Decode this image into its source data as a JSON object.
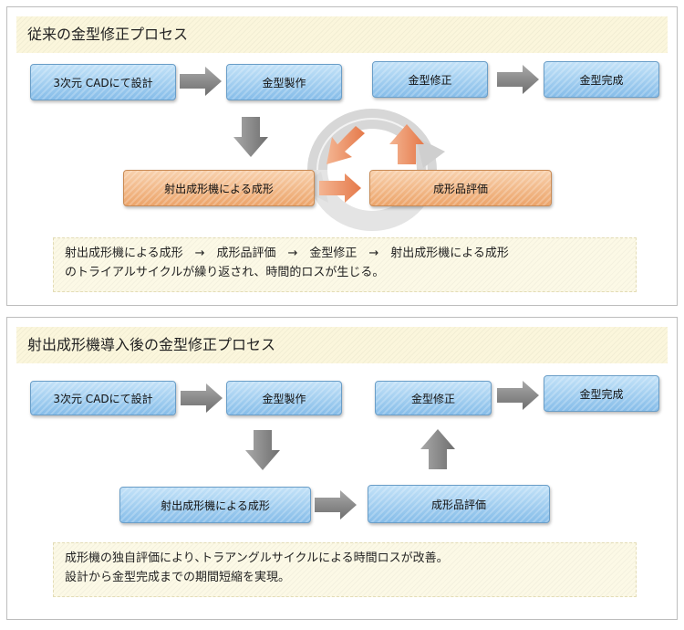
{
  "panel_traditional": {
    "title": "従来の金型修正プロセス",
    "steps": {
      "cad": "3次元 CADにて設計",
      "mold_make": "金型製作",
      "mold_fix": "金型修正",
      "mold_done": "金型完成",
      "injection": "射出成形機による成形",
      "evaluation": "成形品評価"
    },
    "note": {
      "line1": "射出成形機による成形　→　成形品評価　→　金型修正　→　射出成形機による成形",
      "line2": "のトライアルサイクルが繰り返され、時間的ロスが生じる。"
    }
  },
  "panel_new": {
    "title": "射出成形機導入後の金型修正プロセス",
    "steps": {
      "cad": "3次元 CADにて設計",
      "mold_make": "金型製作",
      "mold_fix": "金型修正",
      "mold_done": "金型完成",
      "injection": "射出成形機による成形",
      "evaluation": "成形品評価"
    },
    "note": {
      "line1": "成形機の独自評価により､トラアングルサイクルによる時間ロスが改善。",
      "line2": "設計から金型完成までの期間短縮を実現。"
    }
  },
  "colors": {
    "blue_box": "#9fcdf0",
    "orange_box": "#f2b887",
    "gray_arrow": "#8a8a8a",
    "orange_arrow": "#e98d5e",
    "header_bg": "#fbf6dc"
  },
  "icons": [
    "arrow-right-icon",
    "arrow-down-icon",
    "arrow-up-icon",
    "cycle-ring-icon"
  ]
}
